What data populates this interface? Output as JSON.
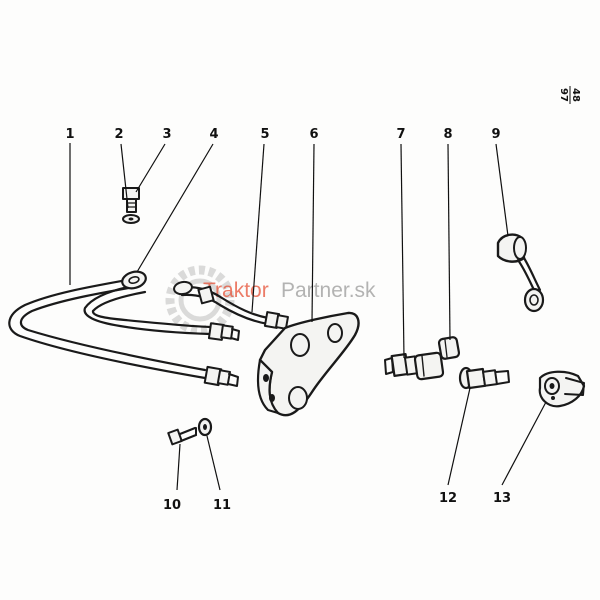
{
  "page_code": {
    "top": "48",
    "bottom": "97"
  },
  "watermark": {
    "part_a": "Traktor",
    "part_b": "Partner.sk"
  },
  "parts": [
    {
      "number": "1"
    },
    {
      "number": "2"
    },
    {
      "number": "3"
    },
    {
      "number": "4"
    },
    {
      "number": "5"
    },
    {
      "number": "6"
    },
    {
      "number": "7"
    },
    {
      "number": "8"
    },
    {
      "number": "9"
    },
    {
      "number": "10"
    },
    {
      "number": "11"
    },
    {
      "number": "12"
    },
    {
      "number": "13"
    }
  ],
  "colors": {
    "line": "#1a1a1a",
    "paper": "#fdfdfc",
    "watermark_red": "#e54a2e",
    "watermark_grey": "#9a9a9a"
  }
}
